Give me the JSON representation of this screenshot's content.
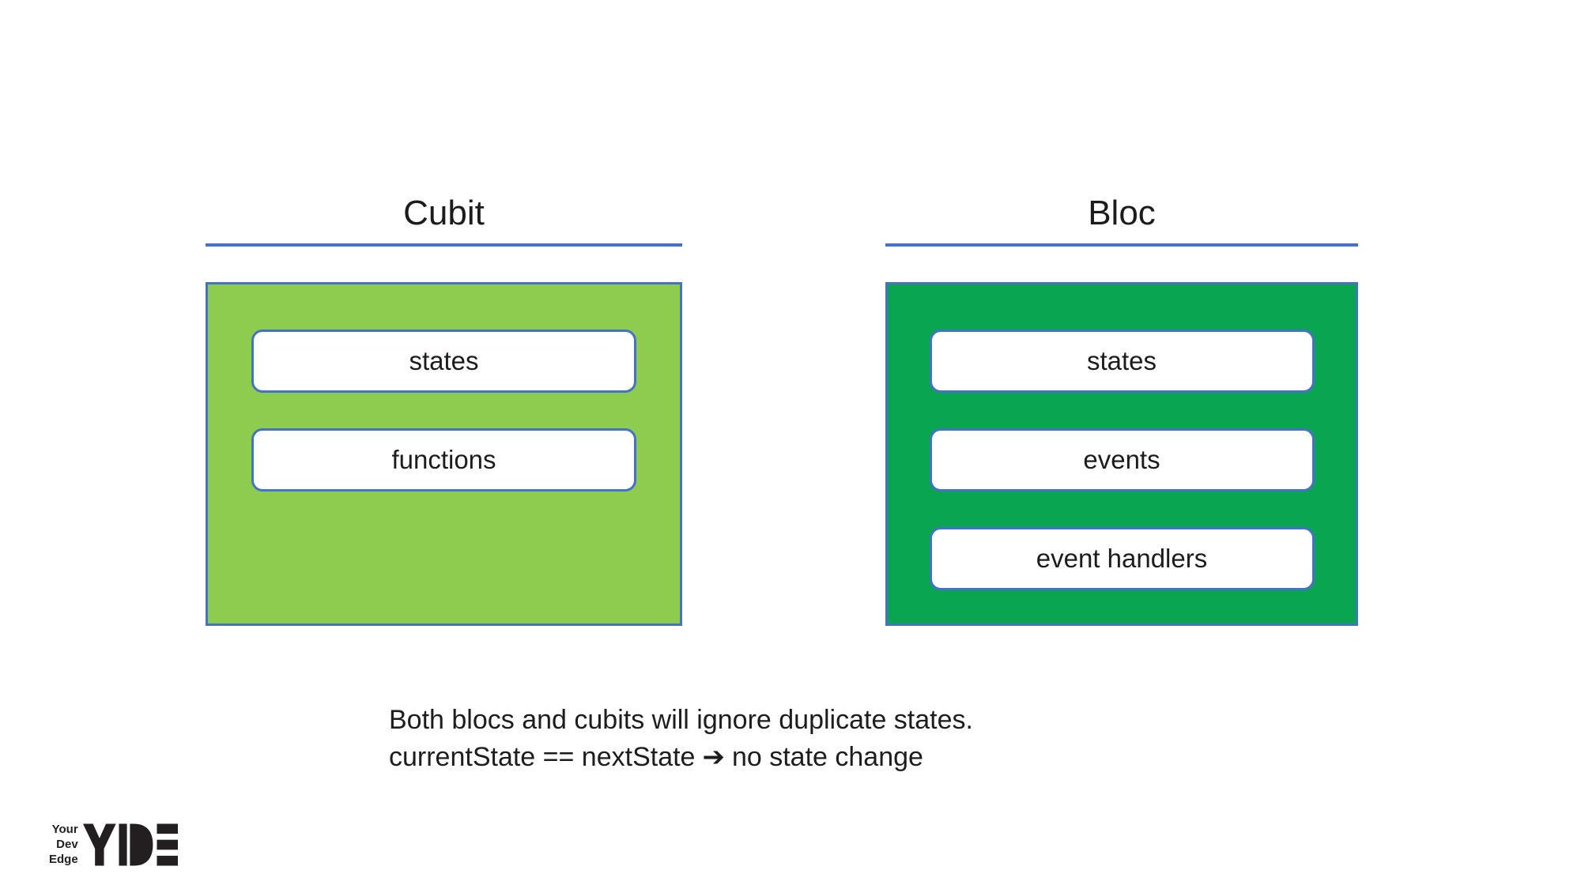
{
  "colors": {
    "cubit_fill": "#8DCC4F",
    "bloc_fill": "#0AA551",
    "outline_blue": "#4472C4",
    "text_dark": "#1C1C1C",
    "logo_black": "#231F20"
  },
  "panels": {
    "cubit": {
      "title": "Cubit",
      "items": [
        {
          "label": "states"
        },
        {
          "label": "functions"
        }
      ]
    },
    "bloc": {
      "title": "Bloc",
      "items": [
        {
          "label": "states"
        },
        {
          "label": "events"
        },
        {
          "label": "event handlers"
        }
      ]
    }
  },
  "caption": {
    "line1": "Both blocs and cubits will ignore duplicate states.",
    "line2_before": "currentState == nextState",
    "arrow": "➔",
    "line2_after": "no state change"
  },
  "logo": {
    "words": [
      "Your",
      "Dev",
      "Edge"
    ],
    "acronym": "YDE"
  }
}
